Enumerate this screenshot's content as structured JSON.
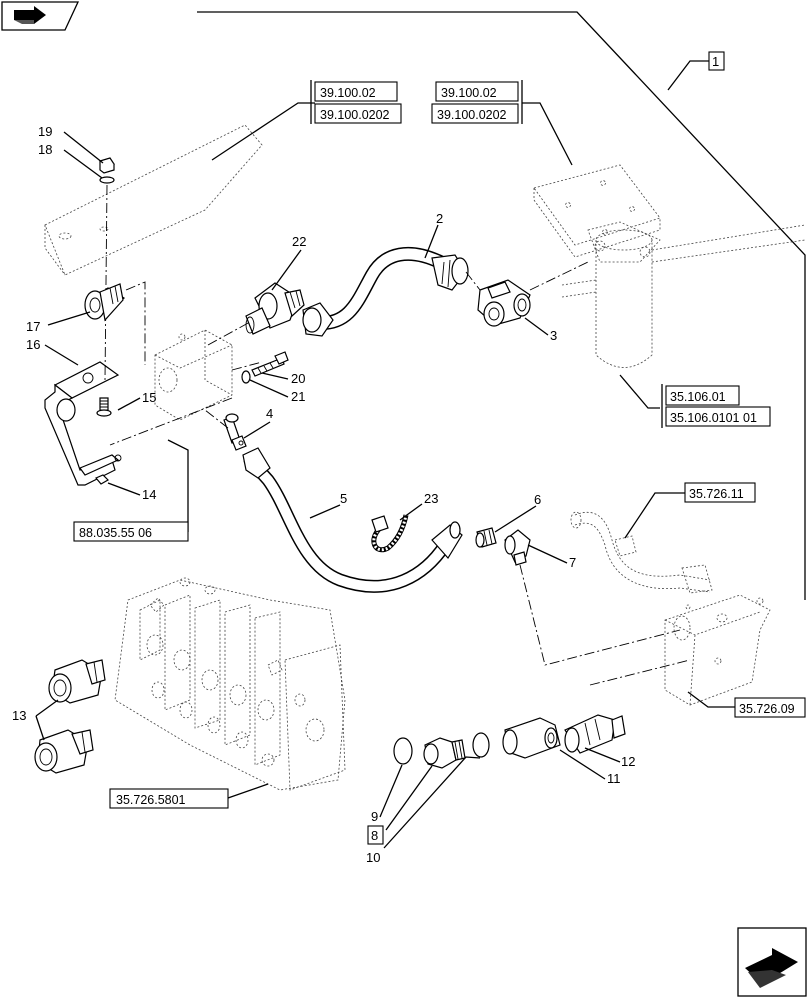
{
  "callouts": {
    "c1": "1",
    "c2": "2",
    "c3": "3",
    "c4": "4",
    "c5": "5",
    "c6": "6",
    "c7": "7",
    "c8": "8",
    "c9": "9",
    "c10": "10",
    "c11": "11",
    "c12": "12",
    "c13": "13",
    "c14": "14",
    "c15": "15",
    "c16": "16",
    "c17": "17",
    "c18": "18",
    "c19": "19",
    "c20": "20",
    "c21": "21",
    "c22": "22",
    "c23": "23"
  },
  "references": {
    "ref_top_left_a": "39.100.02",
    "ref_top_left_b": "39.100.0202",
    "ref_top_right_a": "39.100.02",
    "ref_top_right_b": "39.100.0202",
    "ref_filter_a": "35.106.01",
    "ref_filter_b": "35.106.0101 01",
    "ref_bracket": "88.035.55 06",
    "ref_hose_right": "35.726.11",
    "ref_block_right": "35.726.09",
    "ref_valve": "35.726.5801"
  },
  "icons": {
    "top_left": "previous-page-arrow-icon",
    "bottom_right": "next-page-arrow-icon"
  }
}
